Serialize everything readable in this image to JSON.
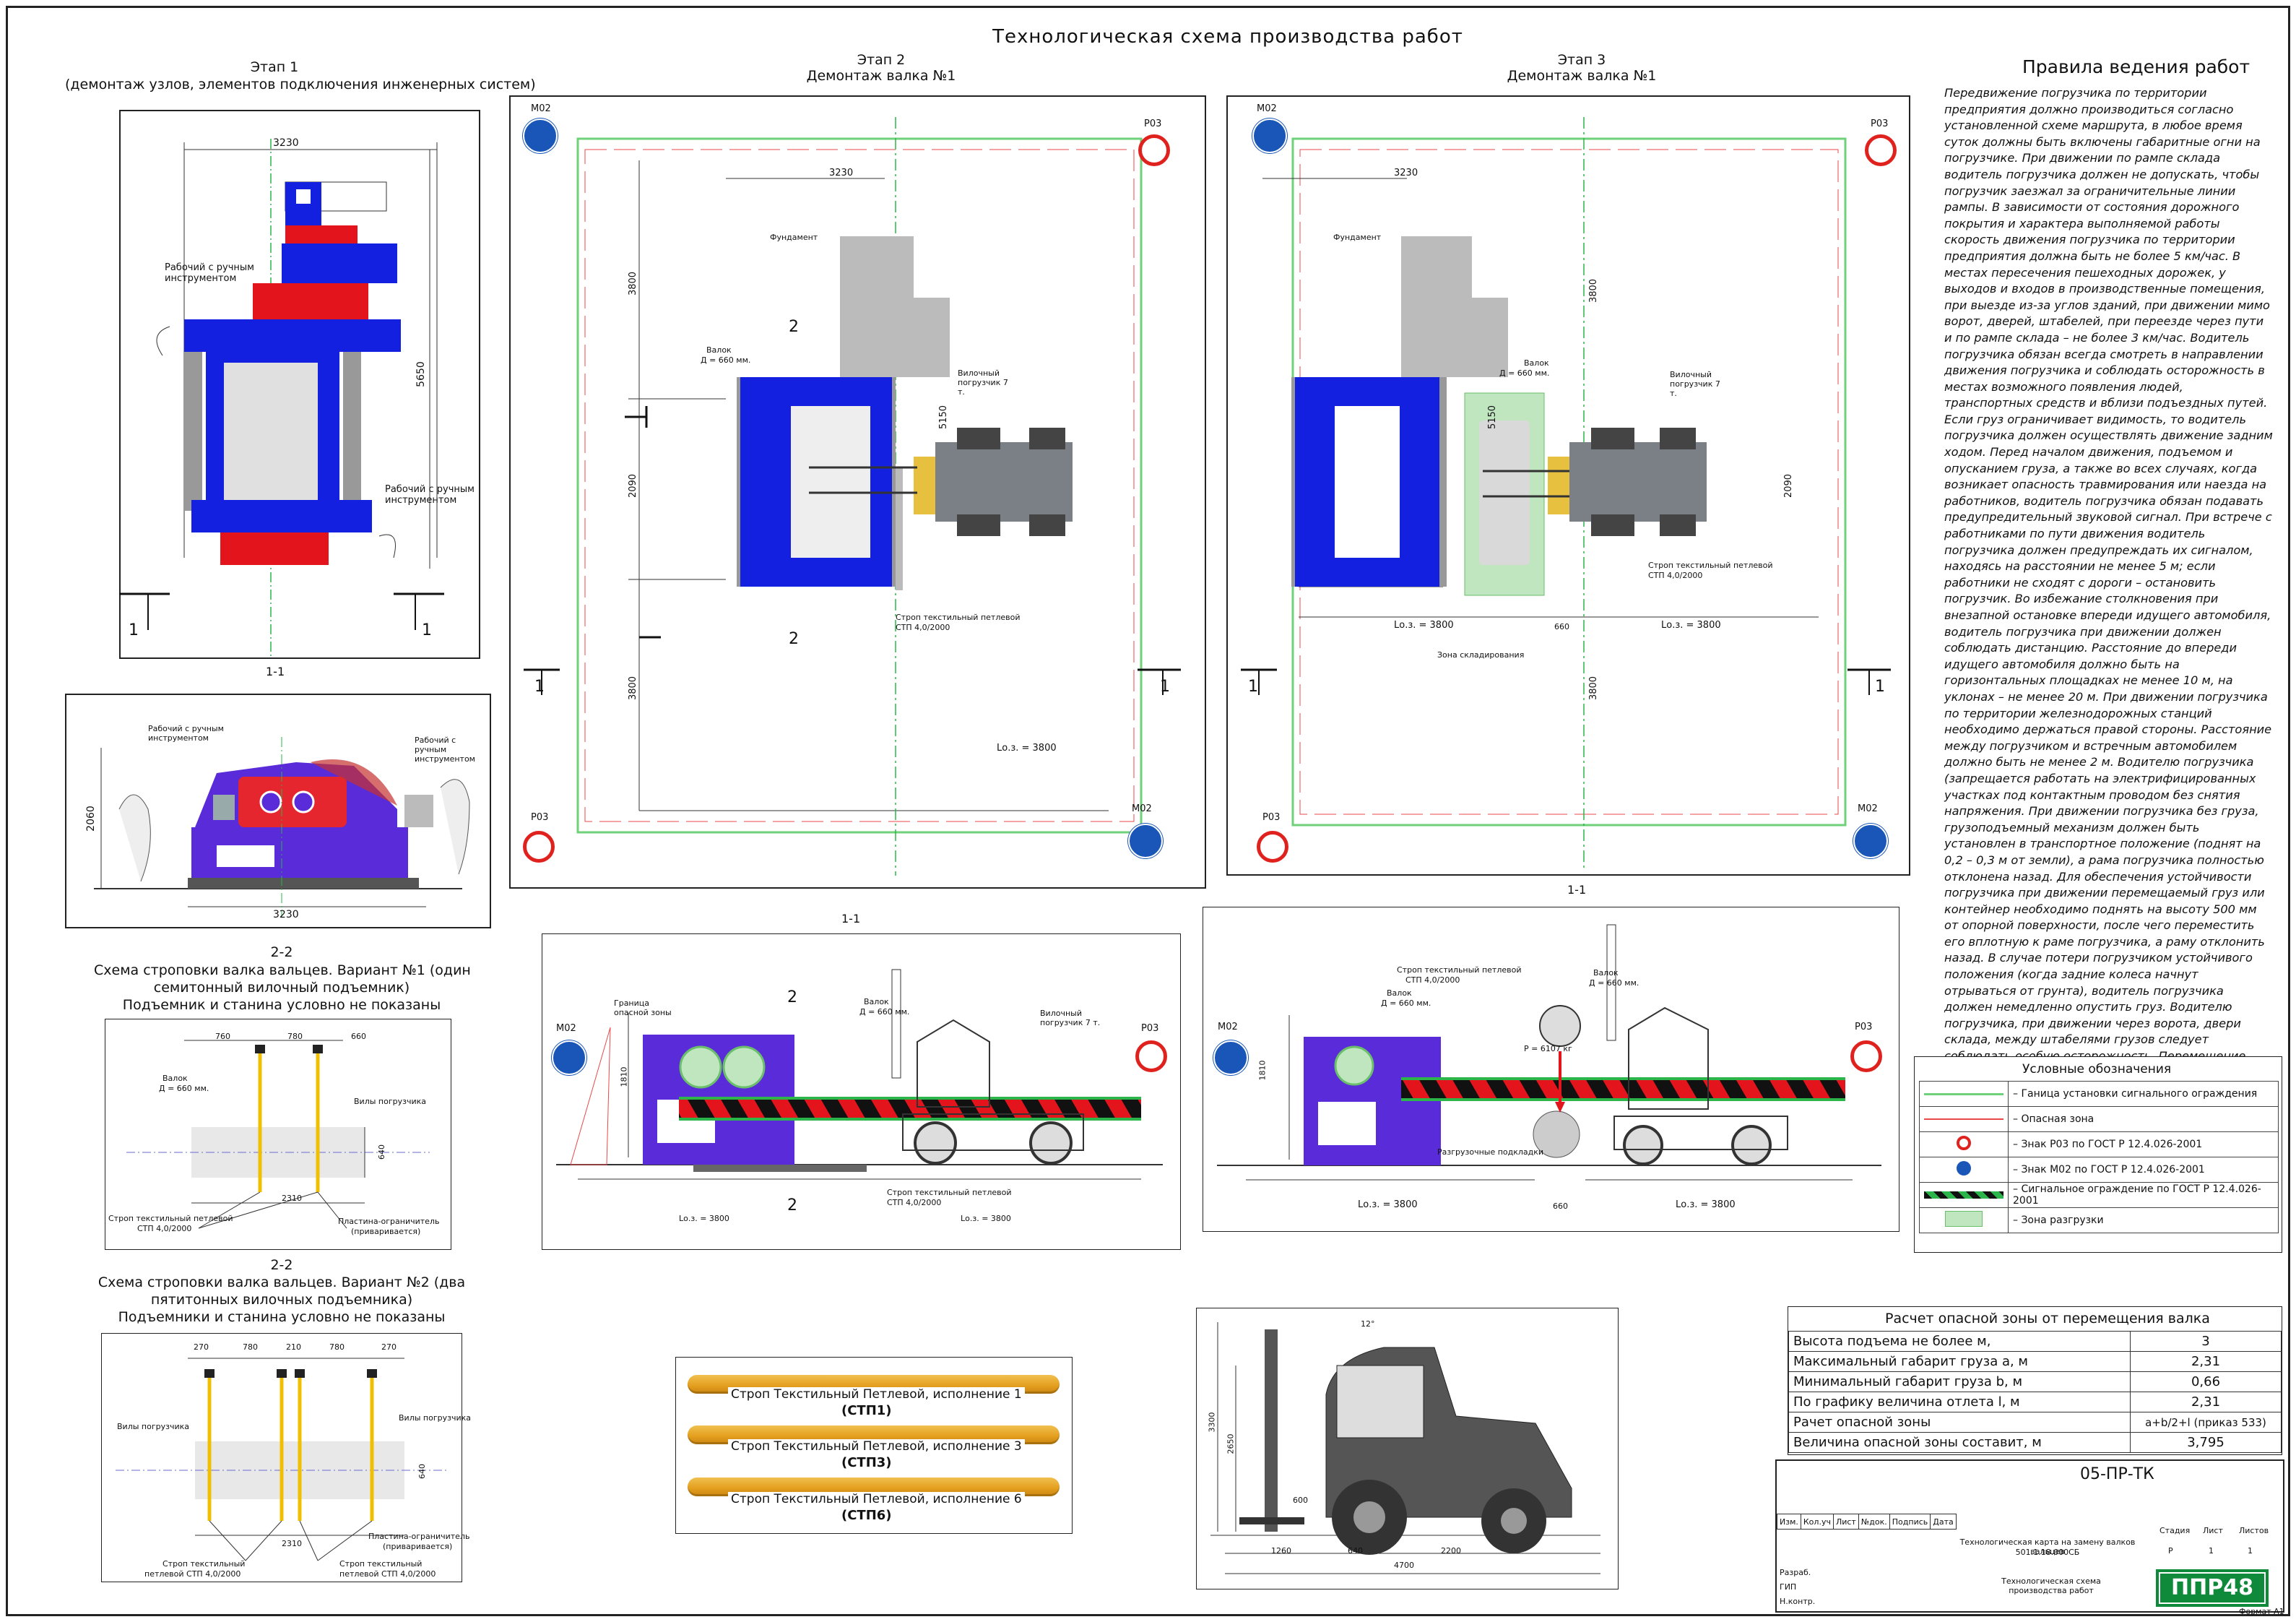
{
  "sheet_title": "Технологическая схема производства работ",
  "stage1": {
    "title": "Этап 1",
    "subtitle": "(демонтаж узлов, элементов подключения инженерных систем)",
    "dim_width": "3230",
    "dim_height": "5650",
    "worker_label": "Рабочий с ручным инструментом",
    "section_mark": "1",
    "section_label": "1-1"
  },
  "section11_left": {
    "worker_left": "Рабочий с ручным инструментом",
    "worker_right": "Рабочий с ручным инструментом",
    "dim_height": "2060",
    "dim_width": "3230"
  },
  "scheme22_v1": {
    "title_line1": "2-2",
    "title_line2": "Схема строповки валка вальцев. Вариант №1 (один",
    "title_line3": "семитонный вилочный подъемник)",
    "title_line4": "Подъемник и станина условно не показаны",
    "dims": [
      "760",
      "780",
      "660"
    ],
    "dim_len": "2310",
    "dim_h": "640",
    "roll_label": "Валок",
    "roll_d": "Д = 660 мм.",
    "forks": "Вилы погрузчика",
    "sling": "Строп текстильный петлевой",
    "sling_type": "СТП 4,0/2000",
    "plate": "Пластина-ограничитель",
    "plate_note": "(приваривается)"
  },
  "scheme22_v2": {
    "title_line1": "2-2",
    "title_line2": "Схема строповки валка вальцев. Вариант №2 (два",
    "title_line3": "пятитонных вилочных подъемника)",
    "title_line4": "Подъемники и станина условно не показаны",
    "dims": [
      "270",
      "780",
      "210",
      "780",
      "270"
    ],
    "dim_len": "2310",
    "dim_h": "640",
    "forks": "Вилы погрузчика",
    "sling": "Строп текстильный",
    "sling_type": "петлевой СТП 4,0/2000",
    "plate": "Пластина-ограничитель",
    "plate_note": "(приваривается)"
  },
  "stage2": {
    "title": "Этап 2",
    "subtitle": "Демонтаж валка №1",
    "sign_m": "М02",
    "sign_p": "Р03",
    "dim_top": "3230",
    "dim_left1": "3800",
    "dim_left2": "2090",
    "dim_left3": "3800",
    "dim_mid": "5150",
    "dim_loz": "Lо.з. = 3800",
    "foundation": "Фундамент",
    "roll": "Валок",
    "roll_d": "Д = 660 мм.",
    "loader": "Вилочный погрузчик 7 т.",
    "sling": "Строп текстильный петлевой",
    "sling_type": "СТП 4,0/2000",
    "mark2": "2",
    "mark1": "1"
  },
  "stage3": {
    "title": "Этап 3",
    "subtitle": "Демонтаж валка №1",
    "sign_m": "М02",
    "sign_p": "Р03",
    "dim_top": "3230",
    "dim_left": "3800",
    "dim_mid": "5150",
    "dim_right": "2090",
    "dim_bottom": "3800",
    "dim_loz_left": "Lо.з. = 3800",
    "dim_660": "660",
    "dim_loz_right": "Lо.з. = 3800",
    "foundation": "Фундамент",
    "roll": "Валок",
    "roll_d": "Д = 660 мм.",
    "loader": "Вилочный погрузчик 7 т.",
    "sling": "Строп текстильный петлевой",
    "sling_type": "СТП 4,0/2000",
    "storage": "Зона складирования",
    "mark1": "1"
  },
  "section11_mid": {
    "label": "1-1",
    "zone_border": "Граница опасной зоны",
    "roll": "Валок",
    "roll_d": "Д = 660 мм.",
    "loader": "Вилочный погрузчик 7 т.",
    "dim_h": "1810",
    "sling": "Строп текстильный петлевой",
    "sling_type": "СТП 4,0/2000",
    "loz_left": "Lо.з. = 3800",
    "loz_right": "Lо.з. = 3800",
    "sign_m": "М02",
    "sign_p": "Р03",
    "mark2": "2"
  },
  "section11_right": {
    "label": "1-1",
    "sling_top": "Строп текстильный петлевой",
    "sling_top_type": "СТП 4,0/2000",
    "roll": "Валок",
    "roll_d": "Д = 660 мм.",
    "roll2": "Валок",
    "roll2_d": "Д = 660 мм.",
    "force": "P = 6107 кг",
    "dim_h": "1810",
    "pads": "Разгрузочные подкладки",
    "loz_left": "Lо.з. = 3800",
    "dim_660": "660",
    "loz_right": "Lо.з. = 3800",
    "sign_m": "М02",
    "sign_p": "Р03"
  },
  "straps": [
    {
      "text": "Строп Текстильный Петлевой, исполнение 1",
      "code": "(СТП1)"
    },
    {
      "text": "Строп Текстильный Петлевой, исполнение 3",
      "code": "(СТП3)"
    },
    {
      "text": "Строп Текстильный Петлевой, исполнение 6",
      "code": "(СТП6)"
    }
  ],
  "forklift_dims": {
    "h1": "3300",
    "h2": "2650",
    "angle": "12°",
    "lift": "600",
    "a": "1260",
    "b": "640",
    "c": "2200",
    "total": "4700"
  },
  "rules": {
    "title": "Правила ведения работ",
    "body": "Передвижение погрузчика по территории предприятия должно производиться согласно установленной схеме маршрута, в любое время суток должны быть включены габаритные огни на погрузчике. При движении по рампе склада водитель погрузчика должен не допускать, чтобы погрузчик заезжал за ограничительные линии рампы. В зависимости от состояния дорожного покрытия и характера выполняемой работы скорость движения погрузчика по территории предприятия должна быть не более 5 км/час. В местах пересечения пешеходных дорожек, у выходов и входов в производственные помещения, при выезде из-за углов зданий, при движении мимо ворот, дверей, штабелей, при переезде через пути и по рампе склада – не более 3 км/час. Водитель погрузчика обязан всегда смотреть в направлении движения погрузчика и соблюдать осторожность в местах возможного появления людей, транспортных средств и вблизи подъездных путей. Если груз ограничивает видимость, то водитель погрузчика должен осуществлять движение задним ходом. Перед началом движения, подъемом и опусканием груза, а также во всех случаях, когда возникает опасность травмирования или наезда на работников, водитель погрузчика обязан подавать предупредительный звуковой сигнал. При встрече с работниками по пути движения водитель погрузчика должен предупреждать их сигналом, находясь на расстоянии не менее 5 м; если работники не сходят с дороги – остановить погрузчик. Во избежание столкновения при внезапной остановке впереди идущего автомобиля, водитель погрузчика при движении должен соблюдать дистанцию. Расстояние до впереди идущего автомобиля должно быть на горизонтальных площадках не менее 10 м, на уклонах – не менее 20 м. При движении погрузчика по территории железнодорожных станций необходимо держаться правой стороны. Расстояние между погрузчиком и встречным автомобилем должно быть не менее 2 м. Водителю погрузчика (запрещается работать на электрифицированных участках под контактным проводом без снятия напряжения. При движении погрузчика без груза, грузоподъемный механизм должен быть установлен в транспортное положение (поднят на 0,2 – 0,3 м от земли), а рама погрузчика полностью отклонена назад. Для обеспечения устойчивости погрузчика при движении перемещаемый груз или контейнер необходимо поднять на высоту 500 мм от опорной поверхности, после чего переместить его вплотную к раме погрузчика, а раму отклонить назад. В случае потери погрузчиком устойчивого положения (когда задние колеса начнут отрываться от грунта), водитель погрузчика должен немедленно опустить груз. Водителю погрузчика, при движении через ворота, двери склада, между штабелями грузов следует соблюдать особую осторожность. Перемещение грузов, затрудняющих обзор дороги, должно производиться с участием лица, сопровождающего погрузчик, подающего необходимые сигналы водителю погрузчика и предупреждающего других работников об опасности. Водителю погрузчика перед погрузкой и выгрузкой груза необходимо тщательно проверить тару."
  },
  "legend": {
    "title": "Условные обозначения",
    "items": [
      "– Ганица установки сигнального ограждения",
      "– Опасная зона",
      "– Знак Р03 по ГОСТ Р 12.4.026-2001",
      "– Знак М02 по ГОСТ Р 12.4.026-2001",
      "– Сигнальное ограждение по ГОСТ Р 12.4.026-2001",
      "– Зона разгрузки"
    ]
  },
  "calc": {
    "title": "Расчет опасной зоны от перемещения валка",
    "rows": [
      {
        "label": "Высота подъема не более м,",
        "value": "3"
      },
      {
        "label": "Максимальный габарит груза а, м",
        "value": "2,31"
      },
      {
        "label": "Минимальный габарит груза b, м",
        "value": "0,66"
      },
      {
        "label": "По графику величина отлета l, м",
        "value": "2,31"
      },
      {
        "label": "Рачет опасной зоны",
        "value": "a+b/2+l (приказ 533)"
      },
      {
        "label": "Величина опасной зоны составит, м",
        "value": "3,795"
      }
    ]
  },
  "stamp": {
    "code": "05-ПР-ТК",
    "cols": [
      "Изм.",
      "Кол.уч",
      "Лист",
      "№док.",
      "Подпись",
      "Дата"
    ],
    "roles": [
      "Разраб.",
      "ГИП",
      "Н.контр."
    ],
    "doc_title": "Технологическая карта на замену валков вальцев",
    "doc_code": "501.1.18.000СБ",
    "sheet_name": "Технологическая схема производства работ",
    "stage_h": "Стадия",
    "sheet_h": "Лист",
    "sheets_h": "Листов",
    "stage_v": "Р",
    "sheet_v": "1",
    "sheets_v": "1",
    "logo": "ППР48",
    "format": "Формат А1"
  }
}
